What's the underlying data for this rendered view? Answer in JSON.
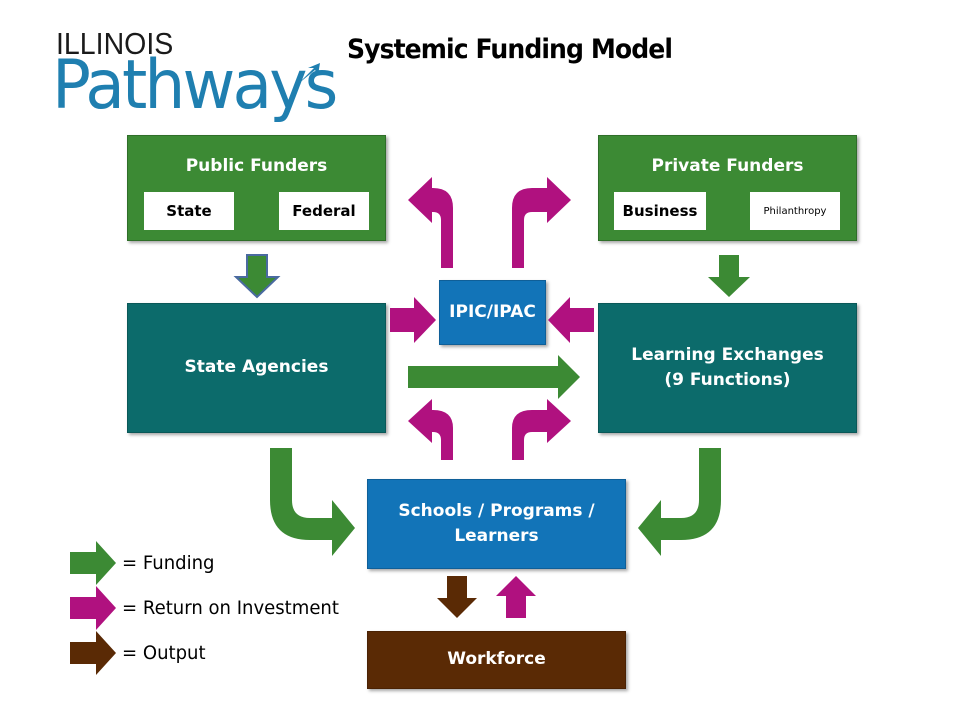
{
  "logo": {
    "line1": "ILLINOIS",
    "line2": "Pathways"
  },
  "title": "Systemic Funding Model",
  "colors": {
    "funding": "#3c8a34",
    "return": "#b0117f",
    "output": "#5a2a05",
    "public_private_box": "#3c8a34",
    "agency_box": "#0c6b6b",
    "ipic_box": "#1274b8",
    "workforce_box": "#5a2a05"
  },
  "nodes": {
    "public_funders": {
      "label": "Public Funders",
      "items": [
        "State",
        "Federal"
      ]
    },
    "private_funders": {
      "label": "Private Funders",
      "items": [
        "Business",
        "Philanthropy"
      ]
    },
    "ipic": {
      "label": "IPIC/IPAC"
    },
    "state_agencies": {
      "label": "State Agencies"
    },
    "learning_exchanges": {
      "label_line1": "Learning Exchanges",
      "label_line2": "(9 Functions)"
    },
    "schools": {
      "label_line1": "Schools / Programs /",
      "label_line2": "Learners"
    },
    "workforce": {
      "label": "Workforce"
    }
  },
  "legend": [
    {
      "label": "= Funding",
      "kind": "funding"
    },
    {
      "label": "= Return on Investment",
      "kind": "return"
    },
    {
      "label": "= Output",
      "kind": "output"
    }
  ]
}
